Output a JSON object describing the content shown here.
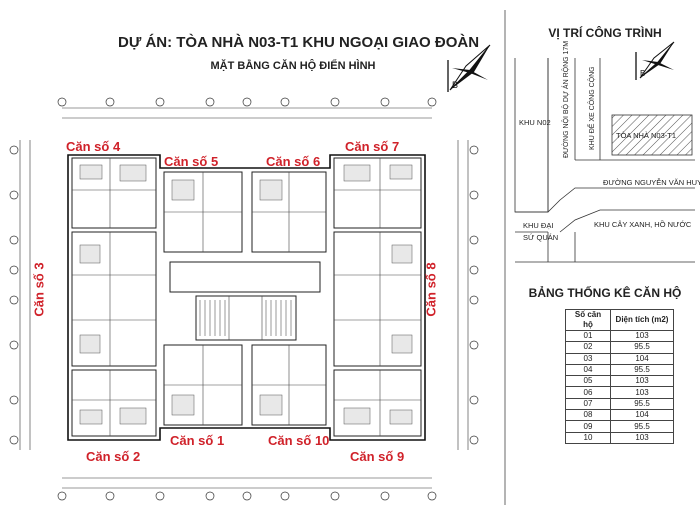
{
  "header": {
    "title": "DỰ ÁN: TÒA NHÀ N03-T1 KHU NGOẠI GIAO ĐOÀN",
    "subtitle": "MẶT BẰNG CĂN HỘ ĐIỂN HÌNH"
  },
  "compass": {
    "letter": "B"
  },
  "apartments": {
    "a1": "Căn số 1",
    "a2": "Căn số 2",
    "a3": "Căn số 3",
    "a4": "Căn số 4",
    "a5": "Căn số 5",
    "a6": "Căn số 6",
    "a7": "Căn số 7",
    "a8": "Căn số 8",
    "a9": "Căn số 9",
    "a10": "Căn số 10"
  },
  "location": {
    "title": "VỊ TRÍ CÔNG TRÌNH",
    "labels": {
      "n02": "KHU N02",
      "road_main": "ĐƯỜNG NỘI BỘ DỰ ÁN RỘNG 17M",
      "parking": "KHU ĐỂ XE CÔNG CỘNG",
      "building": "TÒA NHÀ N03-T1",
      "street": "ĐƯỜNG NGUYỄN VĂN HUYÊN",
      "embassy": "KHU ĐẠI",
      "embassy2": "SỨ QUÁN",
      "green": "KHU CÂY XANH, HỒ NƯỚC"
    }
  },
  "stats": {
    "title": "BẢNG THỐNG KÊ CĂN HỘ",
    "col1": "Số căn hộ",
    "col2": "Diện tích (m2)",
    "rows": [
      [
        "01",
        "103"
      ],
      [
        "02",
        "95.5"
      ],
      [
        "03",
        "104"
      ],
      [
        "04",
        "95.5"
      ],
      [
        "05",
        "103"
      ],
      [
        "06",
        "103"
      ],
      [
        "07",
        "95.5"
      ],
      [
        "08",
        "104"
      ],
      [
        "09",
        "95.5"
      ],
      [
        "10",
        "103"
      ]
    ]
  }
}
